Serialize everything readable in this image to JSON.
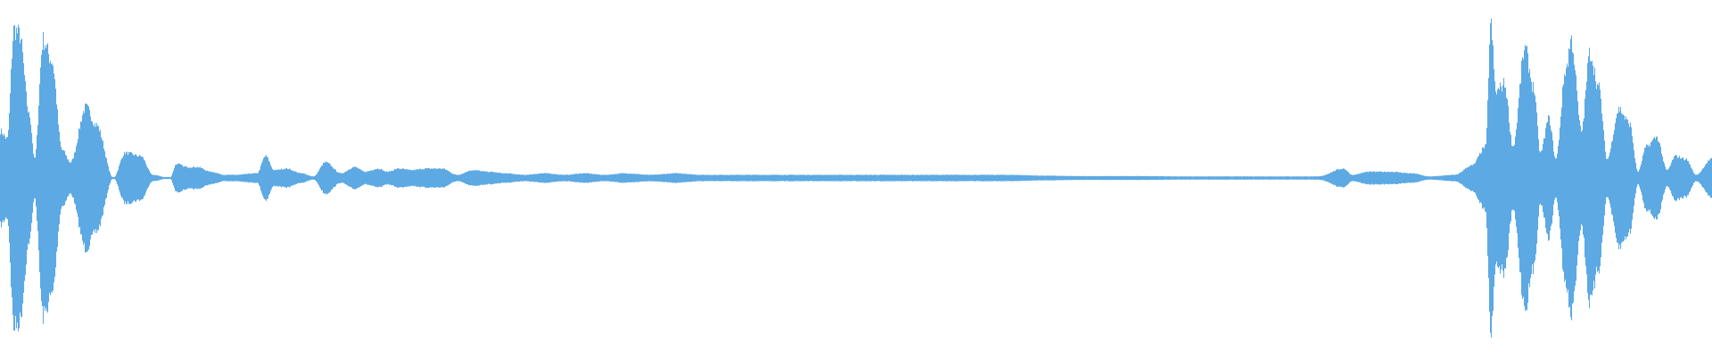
{
  "waveform": {
    "color": "#5DA9E3",
    "background": "#ffffff",
    "peak_envelope": [
      [
        0.0,
        0.3
      ],
      [
        0.004,
        0.25
      ],
      [
        0.008,
        0.95
      ],
      [
        0.011,
        0.92
      ],
      [
        0.017,
        0.4
      ],
      [
        0.02,
        0.12
      ],
      [
        0.025,
        0.88
      ],
      [
        0.03,
        0.75
      ],
      [
        0.036,
        0.18
      ],
      [
        0.041,
        0.1
      ],
      [
        0.05,
        0.45
      ],
      [
        0.056,
        0.34
      ],
      [
        0.066,
        0.0
      ],
      [
        0.073,
        0.16
      ],
      [
        0.082,
        0.14
      ],
      [
        0.089,
        0.02
      ],
      [
        0.099,
        0.0
      ],
      [
        0.103,
        0.09
      ],
      [
        0.109,
        0.07
      ],
      [
        0.115,
        0.07
      ],
      [
        0.123,
        0.04
      ],
      [
        0.131,
        0.02
      ],
      [
        0.137,
        0.02
      ],
      [
        0.15,
        0.03
      ],
      [
        0.155,
        0.14
      ],
      [
        0.16,
        0.05
      ],
      [
        0.167,
        0.06
      ],
      [
        0.176,
        0.03
      ],
      [
        0.183,
        0.01
      ],
      [
        0.19,
        0.1
      ],
      [
        0.199,
        0.03
      ],
      [
        0.207,
        0.07
      ],
      [
        0.213,
        0.04
      ],
      [
        0.221,
        0.06
      ],
      [
        0.226,
        0.04
      ],
      [
        0.233,
        0.06
      ],
      [
        0.24,
        0.05
      ],
      [
        0.249,
        0.06
      ],
      [
        0.258,
        0.06
      ],
      [
        0.267,
        0.02
      ],
      [
        0.276,
        0.05
      ],
      [
        0.285,
        0.04
      ],
      [
        0.295,
        0.03
      ],
      [
        0.306,
        0.02
      ],
      [
        0.318,
        0.03
      ],
      [
        0.33,
        0.02
      ],
      [
        0.341,
        0.03
      ],
      [
        0.353,
        0.02
      ],
      [
        0.365,
        0.03
      ],
      [
        0.38,
        0.02
      ],
      [
        0.395,
        0.03
      ],
      [
        0.41,
        0.02
      ],
      [
        0.425,
        0.02
      ],
      [
        0.44,
        0.02
      ],
      [
        0.455,
        0.02
      ],
      [
        0.47,
        0.02
      ],
      [
        0.485,
        0.02
      ],
      [
        0.5,
        0.02
      ],
      [
        0.515,
        0.02
      ],
      [
        0.53,
        0.02
      ],
      [
        0.545,
        0.02
      ],
      [
        0.56,
        0.02
      ],
      [
        0.575,
        0.02
      ],
      [
        0.59,
        0.02
      ],
      [
        0.61,
        0.015
      ],
      [
        0.63,
        0.012
      ],
      [
        0.65,
        0.012
      ],
      [
        0.67,
        0.012
      ],
      [
        0.69,
        0.01
      ],
      [
        0.71,
        0.01
      ],
      [
        0.73,
        0.01
      ],
      [
        0.75,
        0.01
      ],
      [
        0.77,
        0.01
      ],
      [
        0.785,
        0.06
      ],
      [
        0.79,
        0.02
      ],
      [
        0.8,
        0.04
      ],
      [
        0.812,
        0.04
      ],
      [
        0.825,
        0.03
      ],
      [
        0.835,
        0.01
      ],
      [
        0.85,
        0.02
      ],
      [
        0.86,
        0.08
      ],
      [
        0.868,
        0.2
      ],
      [
        0.871,
        0.98
      ],
      [
        0.874,
        0.55
      ],
      [
        0.879,
        0.6
      ],
      [
        0.884,
        0.2
      ],
      [
        0.891,
        0.82
      ],
      [
        0.896,
        0.58
      ],
      [
        0.9,
        0.16
      ],
      [
        0.905,
        0.38
      ],
      [
        0.909,
        0.12
      ],
      [
        0.915,
        0.7
      ],
      [
        0.918,
        0.88
      ],
      [
        0.924,
        0.3
      ],
      [
        0.929,
        0.8
      ],
      [
        0.934,
        0.58
      ],
      [
        0.939,
        0.12
      ],
      [
        0.946,
        0.44
      ],
      [
        0.952,
        0.35
      ],
      [
        0.957,
        0.04
      ],
      [
        0.962,
        0.2
      ],
      [
        0.968,
        0.26
      ],
      [
        0.974,
        0.05
      ],
      [
        0.979,
        0.14
      ],
      [
        0.985,
        0.12
      ],
      [
        0.991,
        0.02
      ],
      [
        1.0,
        0.12
      ]
    ]
  }
}
